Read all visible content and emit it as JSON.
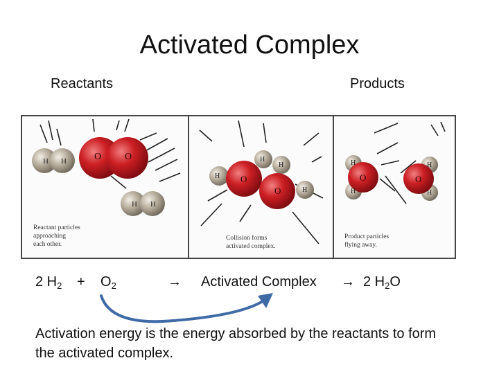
{
  "title": "Activated Complex",
  "labels": {
    "reactants": "Reactants",
    "products": "Products"
  },
  "panels": [
    {
      "caption_lines": [
        "Reactant particles",
        "approaching",
        "each other."
      ]
    },
    {
      "caption_lines": [
        "Collision forms",
        "activated complex."
      ]
    },
    {
      "caption_lines": [
        "Product particles",
        "flying away."
      ]
    }
  ],
  "atoms": {
    "hydrogen": "H",
    "oxygen": "O"
  },
  "equation": {
    "coef_h2": "2 H",
    "sub_h2": "2",
    "plus": "+",
    "o": "O",
    "sub_o2": "2",
    "arrow1": "→",
    "complex": "Activated Complex",
    "arrow2": "→",
    "h2o_prefix": "2 H",
    "sub_h2o": "2",
    "h2o_suffix": "O"
  },
  "note_text": "Activation energy is the energy absorbed by the reactants to form the activated complex.",
  "colors": {
    "oxygen": "#cc1f24",
    "hydrogen": "#b5ab9a",
    "arrow": "#3e6aa6",
    "frame": "#444444"
  }
}
